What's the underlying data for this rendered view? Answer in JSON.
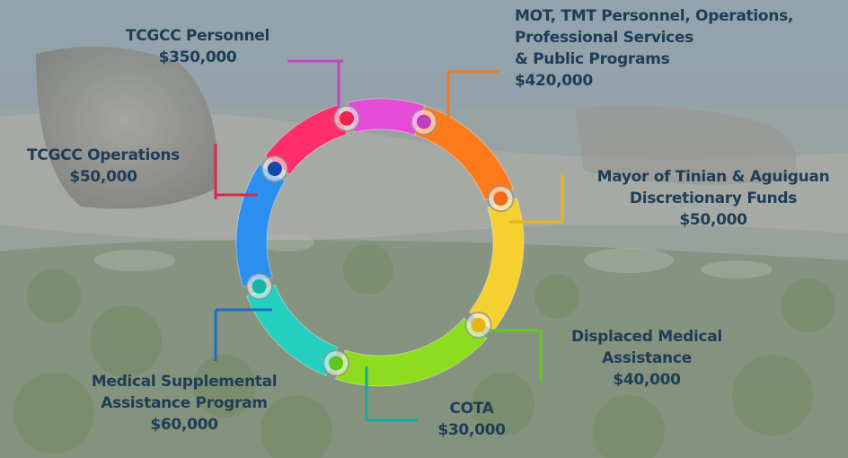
{
  "items": [
    {
      "name_lines": [
        "TCGCC Personnel"
      ],
      "amount": "$350,000",
      "color": "#c845c0"
    },
    {
      "name_lines": [
        "MOT, TMT Personnel, Operations,",
        "Professional Services",
        "& Public Programs"
      ],
      "amount": "$420,000",
      "color": "#f07a2a"
    },
    {
      "name_lines": [
        "Mayor of Tinian & Aguiguan",
        "Discretionary Funds"
      ],
      "amount": "$50,000",
      "color": "#e8b21d"
    },
    {
      "name_lines": [
        "Displaced Medical",
        "Assistance"
      ],
      "amount": "$40,000",
      "color": "#62c623"
    },
    {
      "name_lines": [
        "COTA"
      ],
      "amount": "$30,000",
      "color": "#1fa69a"
    },
    {
      "name_lines": [
        "Medical Supplemental",
        "Assistance Program"
      ],
      "amount": "$60,000",
      "color": "#1a6fc0"
    },
    {
      "name_lines": [
        "TCGCC Operations"
      ],
      "amount": "$50,000",
      "color": "#e0254f"
    }
  ],
  "ring_colors": [
    "#ff7a1a",
    "#f5d130",
    "#8edc1f",
    "#25cfc0",
    "#2b8ff0",
    "#ff2e6a",
    "#e64ad8"
  ],
  "node_colors": [
    "#f26a1b",
    "#e6b21a",
    "#5cc41a",
    "#1bb5a4",
    "#1548a8",
    "#e8244f",
    "#c23cc0"
  ]
}
